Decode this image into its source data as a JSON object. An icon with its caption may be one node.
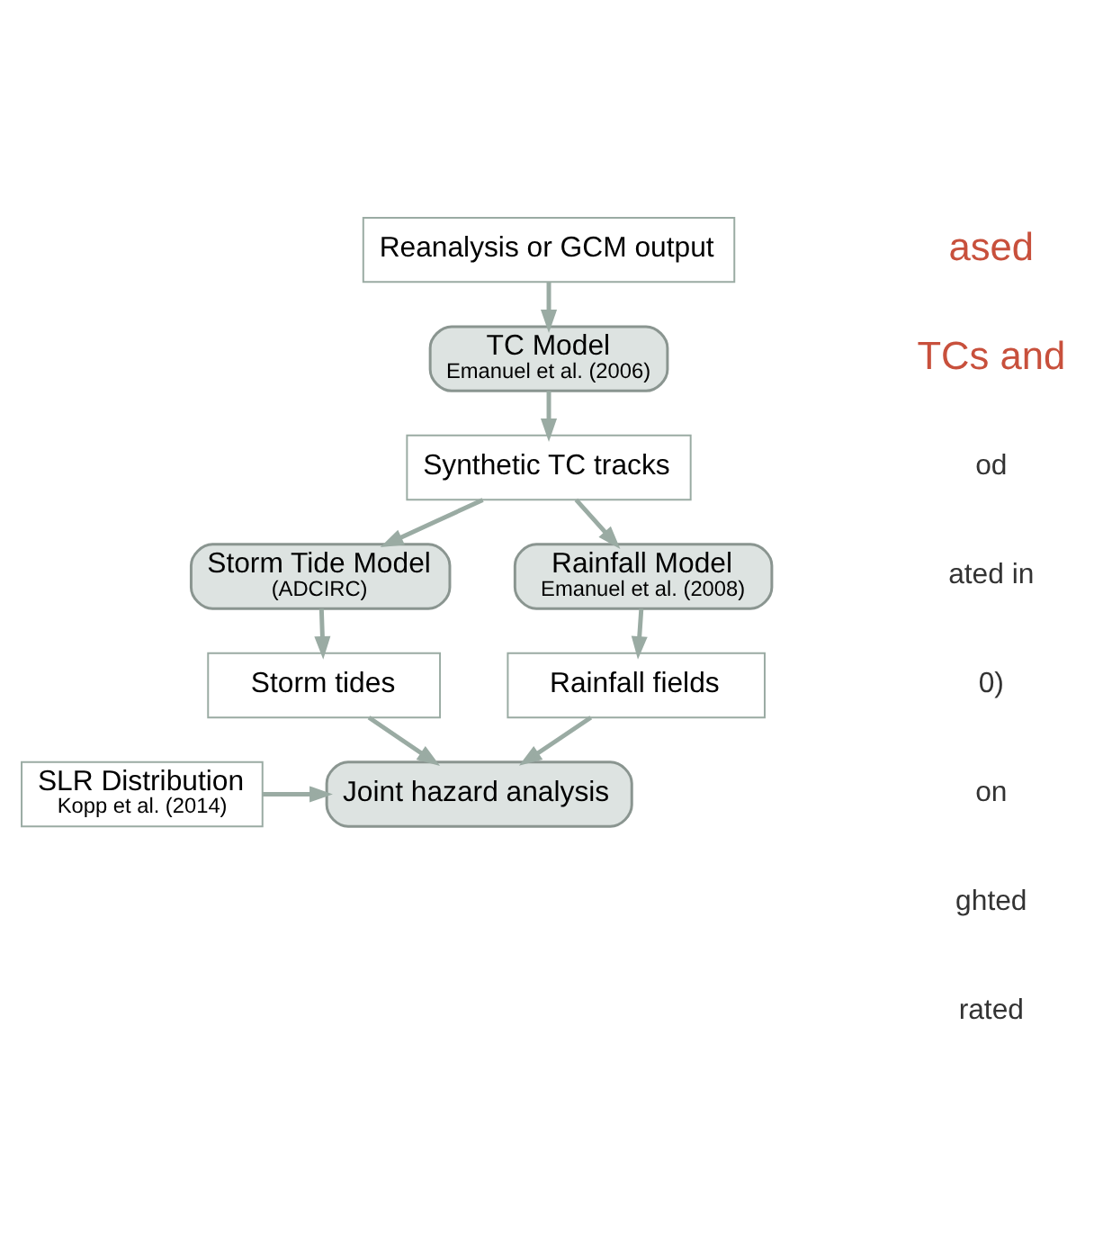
{
  "diagram": {
    "nodes": [
      {
        "text": [
          "Reanalysis or GCM output"
        ]
      },
      {
        "text": [
          "TC Model",
          "Emanuel et al. (2006)"
        ]
      },
      {
        "text": [
          "Synthetic TC tracks"
        ]
      },
      {
        "text": [
          "Storm Tide Model",
          "(ADCIRC)"
        ]
      },
      {
        "text": [
          "Rainfall Model",
          "Emanuel et al. (2008)"
        ]
      },
      {
        "text": [
          "Storm tides"
        ]
      },
      {
        "text": [
          "Rainfall fields"
        ]
      },
      {
        "text": [
          "SLR Distribution",
          "Kopp et al. (2014)"
        ]
      },
      {
        "text": [
          "Joint hazard analysis"
        ]
      }
    ],
    "edges": [
      {
        "from": 0,
        "to": 1,
        "arrow": "to"
      },
      {
        "from": 1,
        "to": 2,
        "arrow": "to"
      },
      {
        "from": 2,
        "to": 3,
        "arrow": "to"
      },
      {
        "from": 2,
        "to": 4,
        "arrow": "to"
      },
      {
        "from": 3,
        "to": 5,
        "arrow": "to"
      },
      {
        "from": 4,
        "to": 6,
        "arrow": "to"
      },
      {
        "from": 5,
        "to": 8,
        "arrow": "to"
      },
      {
        "from": 6,
        "to": 8,
        "arrow": "to"
      },
      {
        "from": 7,
        "to": 8,
        "arrow": "to"
      }
    ],
    "labels": [
      "ased",
      "TCs and",
      "od",
      "ated in",
      "0)",
      "on",
      "ghted",
      "rated"
    ]
  }
}
